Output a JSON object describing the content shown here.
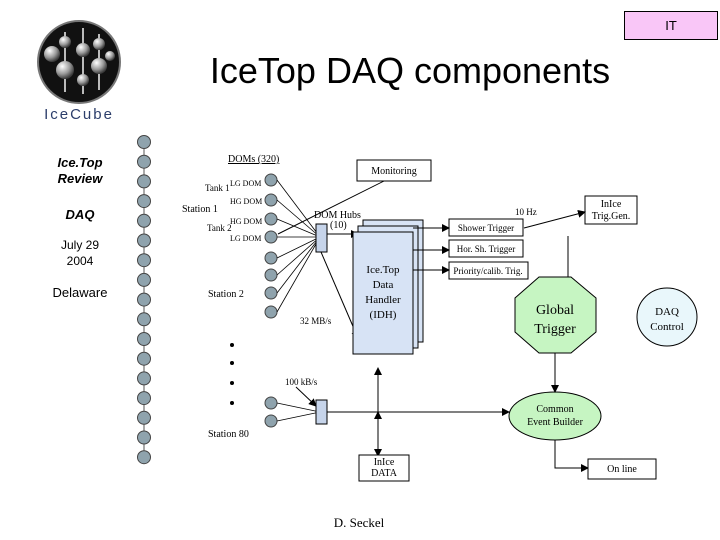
{
  "header": {
    "title": "IceTop DAQ components",
    "tag": "IT",
    "logo_text": "IceCube"
  },
  "sidebar": {
    "line1": "Ice.Top",
    "line2": "Review",
    "section": "DAQ",
    "date_line1": "July 29",
    "date_line2": "2004",
    "place": "Delaware"
  },
  "diagram": {
    "doms": "DOMs (320)",
    "tank1": "Tank 1",
    "tank2": "Tank 2",
    "station1": "Station 1",
    "station2": "Station 2",
    "station80": "Station 80",
    "lg_dom": "LG DOM",
    "hg_dom": "HG DOM",
    "dom_hubs": "DOM Hubs",
    "dom_hubs_count": "(10)",
    "rate_32": "32 MB/s",
    "rate_100": "100 kB/s",
    "monitoring": "Monitoring",
    "rate_10hz": "10 Hz",
    "inice_trig_line1": "InIce",
    "inice_trig_line2": "Trig.Gen.",
    "shower_trigger": "Shower Trigger",
    "hor_trigger": "Hor. Sh. Trigger",
    "priority_trigger": "Priority/calib. Trig.",
    "idh_line1": "Ice.Top",
    "idh_line2": "Data",
    "idh_line3": "Handler",
    "idh_line4": "(IDH)",
    "global_line1": "Global",
    "global_line2": "Trigger",
    "daq_control_line1": "DAQ",
    "daq_control_line2": "Control",
    "ceb_line1": "Common",
    "ceb_line2": "Event Builder",
    "inice_data_line1": "InIce",
    "inice_data_line2": "DATA",
    "online": "On line",
    "author": "D. Seckel"
  },
  "colors": {
    "tag_bg": "#f9c6f7",
    "node_fill": "#8fa3ad",
    "octagon_fill": "#c6f5c2",
    "daq_control_fill": "#e9f7fb",
    "hub_fill": "#c6d4ea",
    "idh_fill": "#d7e3f5"
  }
}
